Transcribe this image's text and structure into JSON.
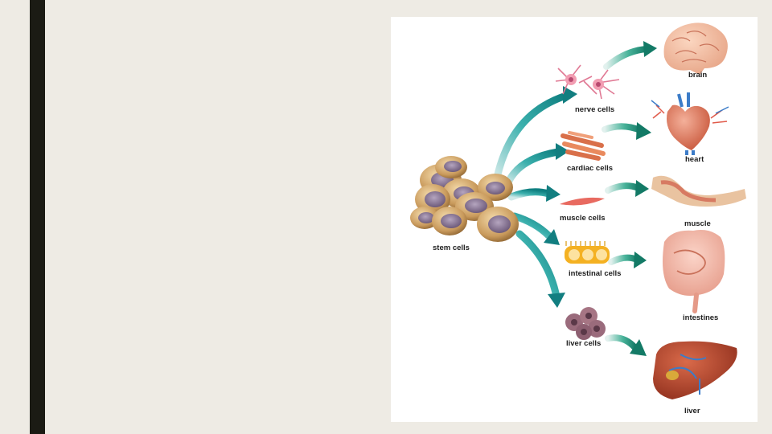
{
  "slide": {
    "accent_bar_color": "#1b1b14",
    "background_color": "#eeebe4"
  },
  "diagram": {
    "source_label": "stem cells",
    "cell_labels": {
      "nerve": "nerve cells",
      "cardiac": "cardiac cells",
      "muscle": "muscle cells",
      "intestinal": "intestinal cells",
      "liver": "liver cells"
    },
    "organ_labels": {
      "brain": "brain",
      "heart": "heart",
      "muscle": "muscle",
      "intestines": "intestines",
      "liver": "liver"
    },
    "arrow_color": "#1a9a9a"
  }
}
